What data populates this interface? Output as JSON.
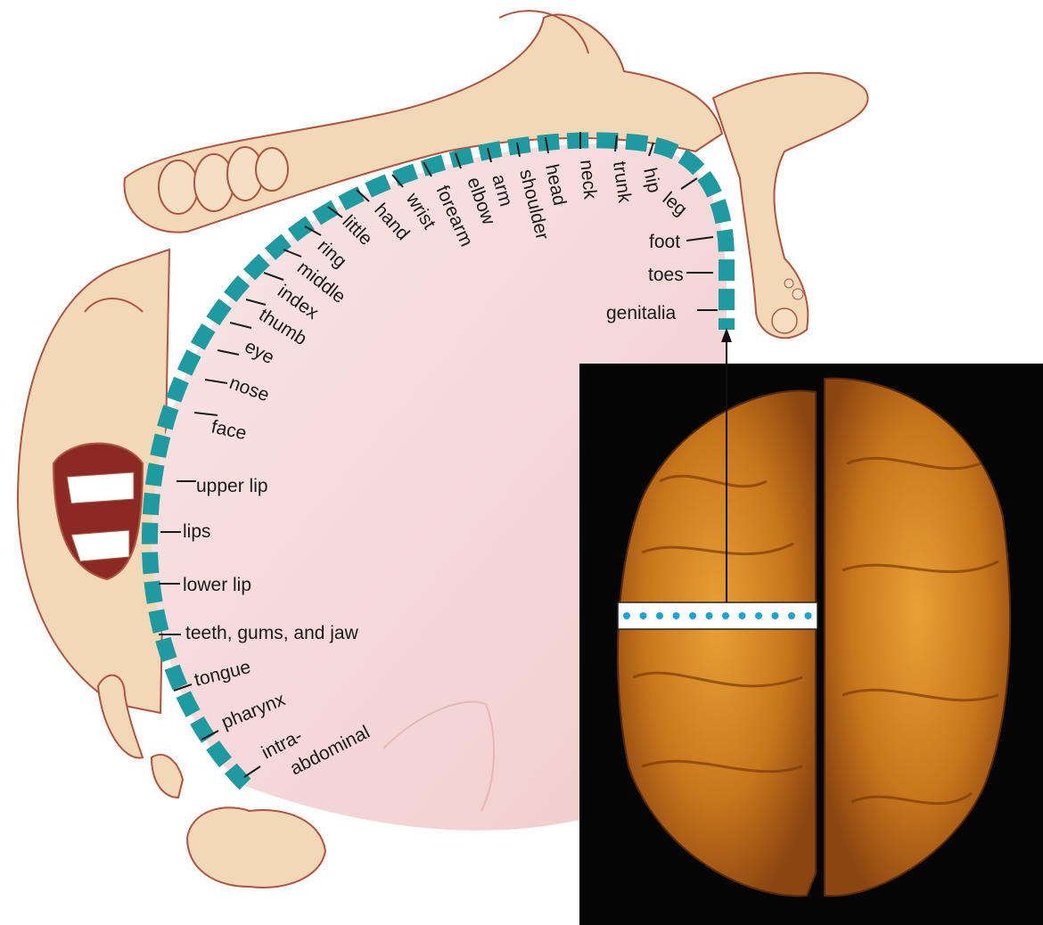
{
  "homunculus": {
    "labels": [
      {
        "id": "leg",
        "text": "leg"
      },
      {
        "id": "foot",
        "text": "foot"
      },
      {
        "id": "toes",
        "text": "toes"
      },
      {
        "id": "genitalia",
        "text": "genitalia"
      },
      {
        "id": "hip",
        "text": "hip"
      },
      {
        "id": "trunk",
        "text": "trunk"
      },
      {
        "id": "neck",
        "text": "neck"
      },
      {
        "id": "head",
        "text": "head"
      },
      {
        "id": "shoulder",
        "text": "shoulder"
      },
      {
        "id": "arm",
        "text": "arm"
      },
      {
        "id": "elbow",
        "text": "elbow"
      },
      {
        "id": "forearm",
        "text": "forearm"
      },
      {
        "id": "wrist",
        "text": "wrist"
      },
      {
        "id": "hand",
        "text": "hand"
      },
      {
        "id": "little",
        "text": "little"
      },
      {
        "id": "ring",
        "text": "ring"
      },
      {
        "id": "middle",
        "text": "middle"
      },
      {
        "id": "index",
        "text": "index"
      },
      {
        "id": "thumb",
        "text": "thumb"
      },
      {
        "id": "eye",
        "text": "eye"
      },
      {
        "id": "nose",
        "text": "nose"
      },
      {
        "id": "face",
        "text": "face"
      },
      {
        "id": "upper-lip",
        "text": "upper lip"
      },
      {
        "id": "lips",
        "text": "lips"
      },
      {
        "id": "lower-lip",
        "text": "lower lip"
      },
      {
        "id": "teeth",
        "text": "teeth, gums, and jaw"
      },
      {
        "id": "tongue",
        "text": "tongue"
      },
      {
        "id": "pharynx",
        "text": "pharynx"
      },
      {
        "id": "intra",
        "text": "intra-"
      },
      {
        "id": "abdominal",
        "text": "abdominal"
      }
    ]
  },
  "colors": {
    "cortex_band": "#1e9aa0",
    "skin": "#f3d8b8",
    "skin_outline": "#b0543f",
    "brain_section": "#f7dcdc",
    "photo_background": "#050505",
    "brain_surface": "#c9761c",
    "strip_dots": "#1aa3d9"
  }
}
